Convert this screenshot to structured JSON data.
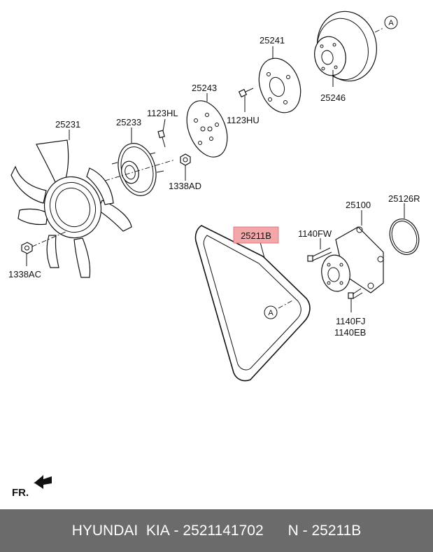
{
  "labels": {
    "fan": "25231",
    "fan_clutch": "25233",
    "bolt_hl": "1123HL",
    "spacer": "25243",
    "pulley": "25241",
    "bolt_hu": "1123HU",
    "pulley_246": "25246",
    "nut_ad": "1338AD",
    "nut_ac": "1338AC",
    "belt": "25211B",
    "bolt_fw": "1140FW",
    "pump": "25100",
    "gasket": "25126R",
    "bolt_fj": "1140FJ",
    "bolt_eb": "1140EB"
  },
  "callouts": {
    "a1": "A",
    "a2": "A"
  },
  "direction": "FR.",
  "highlight_color": "#f4a7a9",
  "footer": {
    "brand": "HYUNDAI  KIA",
    "separator": " - ",
    "part_number": "2521141702",
    "gap": "      ",
    "catalog": "N - 25211B"
  }
}
